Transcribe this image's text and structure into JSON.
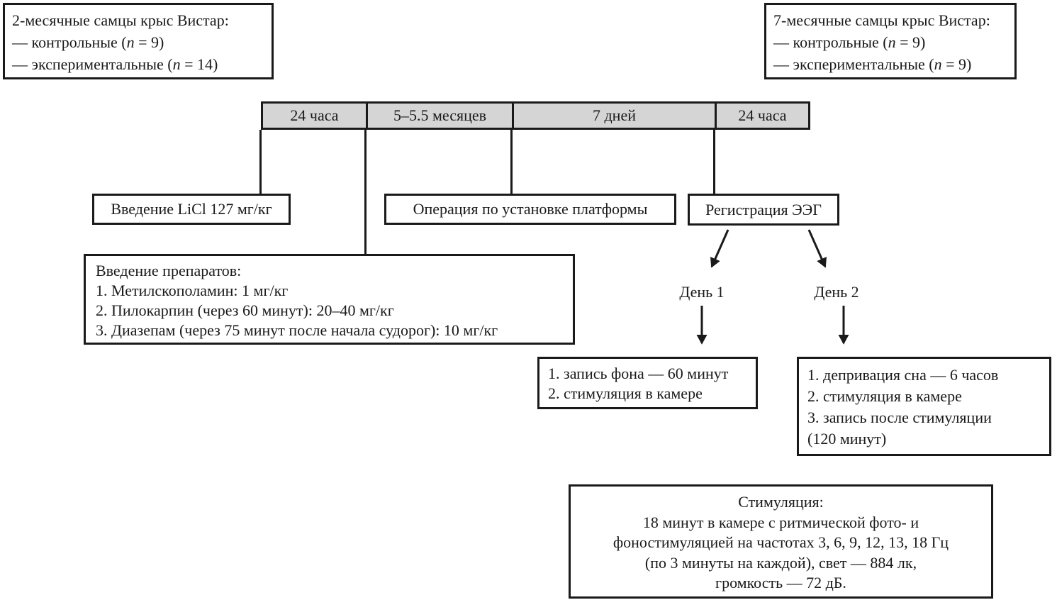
{
  "groups": {
    "young": {
      "title": "2-месячные самцы крыс Вистар:",
      "lines": [
        "— контрольные (n = 9)",
        "— экспериментальные (n = 14)"
      ]
    },
    "old": {
      "title": "7-месячные самцы крыс Вистар:",
      "lines": [
        "— контрольные (n = 9)",
        "— экспериментальные (n = 9)"
      ]
    }
  },
  "timeline": {
    "segments": [
      "24 часа",
      "5–5.5 месяцев",
      "7 дней",
      "24 часа"
    ]
  },
  "boxes": {
    "licl": "Введение LiCl 127 мг/кг",
    "surgery": "Операция по установке платформы",
    "eeg": "Регистрация ЭЭГ",
    "drugs": {
      "title": "Введение препаратов:",
      "lines": [
        "1. Метилскополамин: 1 мг/кг",
        "2. Пилокарпин (через 60 минут): 20–40 мг/кг",
        "3. Диазепам (через 75 минут после начала судорог): 10 мг/кг"
      ]
    },
    "stimulation": {
      "title": "Стимуляция:",
      "lines": [
        "18 минут в камере с ритмической фото- и",
        "фоностимуляцией на частотах 3, 6, 9, 12, 13, 18 Гц",
        "(по 3 минуты на каждой), свет — 884 лк,",
        "громкость — 72 дБ."
      ]
    }
  },
  "days": {
    "day1": {
      "label": "День 1",
      "lines": [
        "1. запись фона — 60 минут",
        "2. стимуляция в камере"
      ]
    },
    "day2": {
      "label": "День 2",
      "lines": [
        "1. депривация сна — 6 часов",
        "2. стимуляция в камере",
        "3. запись после стимуляции",
        "(120 минут)"
      ]
    }
  },
  "colors": {
    "background": "#ffffff",
    "line": "#1a1a1a",
    "timeline_fill": "#d5d5d5"
  }
}
